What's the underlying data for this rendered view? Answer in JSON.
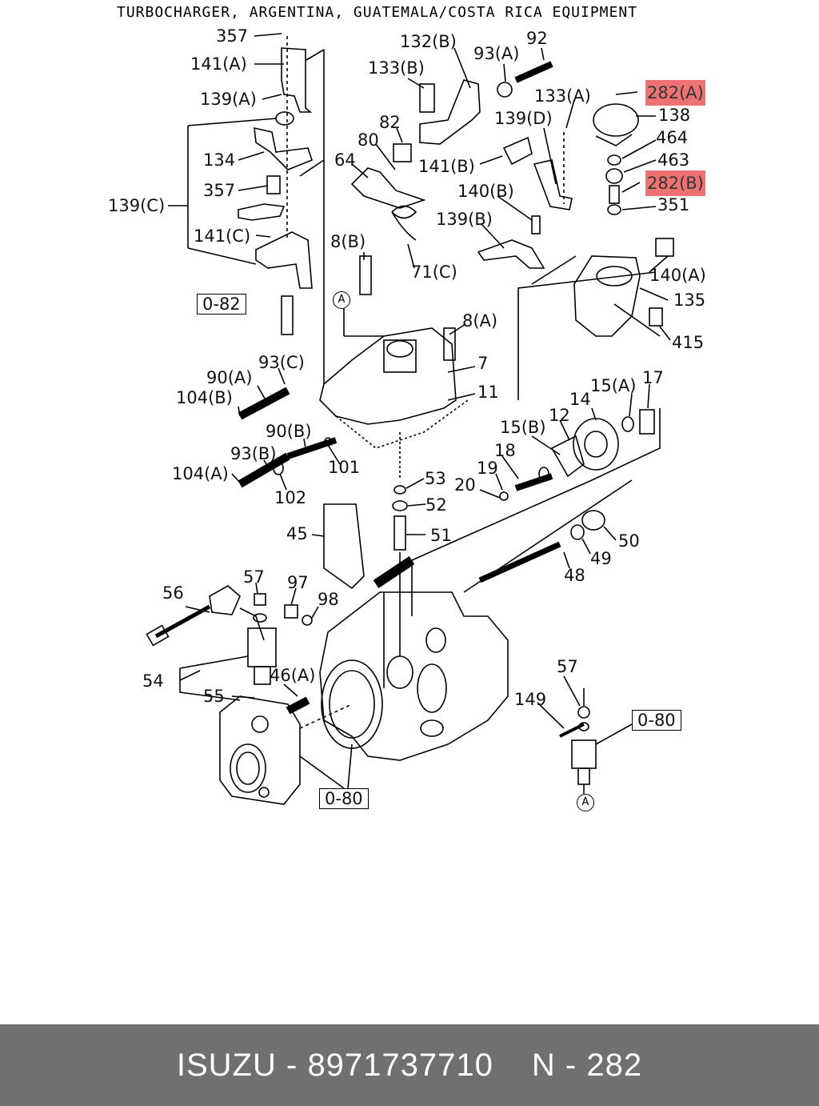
{
  "header": "TURBOCHARGER, ARGENTINA, GUATEMALA/COSTA RICA EQUIPMENT",
  "highlight_color": "#ec5a5a",
  "labels": {
    "p357a": "357",
    "p141a": "141(A)",
    "p139a": "139(A)",
    "p134": "134",
    "p357b": "357",
    "p139c": "139(C)",
    "p141c": "141(C)",
    "p082": "0-82",
    "pA1": "A",
    "p132b": "132(B)",
    "p133b": "133(B)",
    "p93a": "93(A)",
    "p92": "92",
    "p82": "82",
    "p80": "80",
    "p64": "64",
    "p141b": "141(B)",
    "p139d": "139(D)",
    "p133a": "133(A)",
    "p282a": "282(A)",
    "p138": "138",
    "p464": "464",
    "p463": "463",
    "p282b": "282(B)",
    "p351": "351",
    "p140b": "140(B)",
    "p139b": "139(B)",
    "p71c": "71(C)",
    "p8b": "8(B)",
    "p140a": "140(A)",
    "p135": "135",
    "p415": "415",
    "p8a": "8(A)",
    "p7": "7",
    "p11": "11",
    "p93c": "93(C)",
    "p90a": "90(A)",
    "p104b": "104(B)",
    "p90b": "90(B)",
    "p93b": "93(B)",
    "p101": "101",
    "p104a": "104(A)",
    "p102": "102",
    "p15a": "15(A)",
    "p17": "17",
    "p14": "14",
    "p15b": "15(B)",
    "p12": "12",
    "p18": "18",
    "p19": "19",
    "p20": "20",
    "p53": "53",
    "p52": "52",
    "p51": "51",
    "p45": "45",
    "p50": "50",
    "p49": "49",
    "p48": "48",
    "p56": "56",
    "p57a": "57",
    "p97": "97",
    "p98": "98",
    "p54": "54",
    "p46a": "46(A)",
    "p55": "55",
    "p080a": "0-80",
    "p57b": "57",
    "p149": "149",
    "p080b": "0-80",
    "pA2": "A"
  },
  "footer": {
    "brand": "ISUZU",
    "sep1": "-",
    "part_number": "8971737710",
    "ref": "N",
    "sep2": "-",
    "ref_number": "282"
  }
}
